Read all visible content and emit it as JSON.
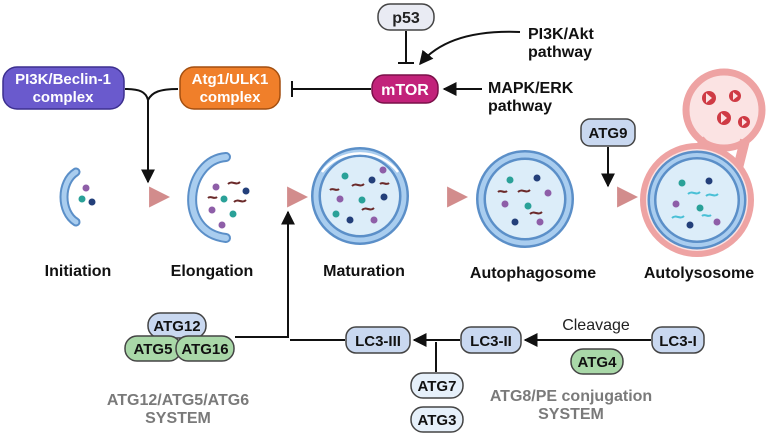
{
  "regulators": {
    "p53": "p53",
    "pi3k_akt_line1": "PI3K/Akt",
    "pi3k_akt_line2": "pathway",
    "mapk_erk_line1": "MAPK/ERK",
    "mapk_erk_line2": "pathway",
    "mtor": "mTOR"
  },
  "complexes": {
    "pi3k_beclin_line1": "PI3K/Beclin-1",
    "pi3k_beclin_line2": "complex",
    "atg1_ulk1_line1": "Atg1/ULK1",
    "atg1_ulk1_line2": "complex",
    "atg9": "ATG9"
  },
  "stages": {
    "initiation": "Initiation",
    "elongation": "Elongation",
    "maturation": "Maturation",
    "autophagosome": "Autophagosome",
    "autolysosome": "Autolysosome"
  },
  "conjugation": {
    "atg12": "ATG12",
    "atg5": "ATG5",
    "atg16": "ATG16",
    "lc3_iii": "LC3-III",
    "lc3_ii": "LC3-II",
    "lc3_i": "LC3-I",
    "cleavage": "Cleavage",
    "atg4": "ATG4",
    "atg7": "ATG7",
    "atg3": "ATG3",
    "system1_line1": "ATG12/ATG5/ATG6",
    "system1_line2": "SYSTEM",
    "system2_line1": "ATG8/PE conjugation",
    "system2_line2": "SYSTEM"
  },
  "colors": {
    "membrane": "#8ab8e6",
    "membrane_dark": "#5b8fc8",
    "pi3k_box": "#6a5acd",
    "atg1_box": "#f07f2a",
    "mtor_box": "#c2227a",
    "lc3_box": "#c9d8f0",
    "atg_green": "#a9d8a8",
    "lysosome": "#f4b6b6",
    "arrow_stage": "#d9a0a0",
    "text_gray": "#7a7a7a"
  }
}
